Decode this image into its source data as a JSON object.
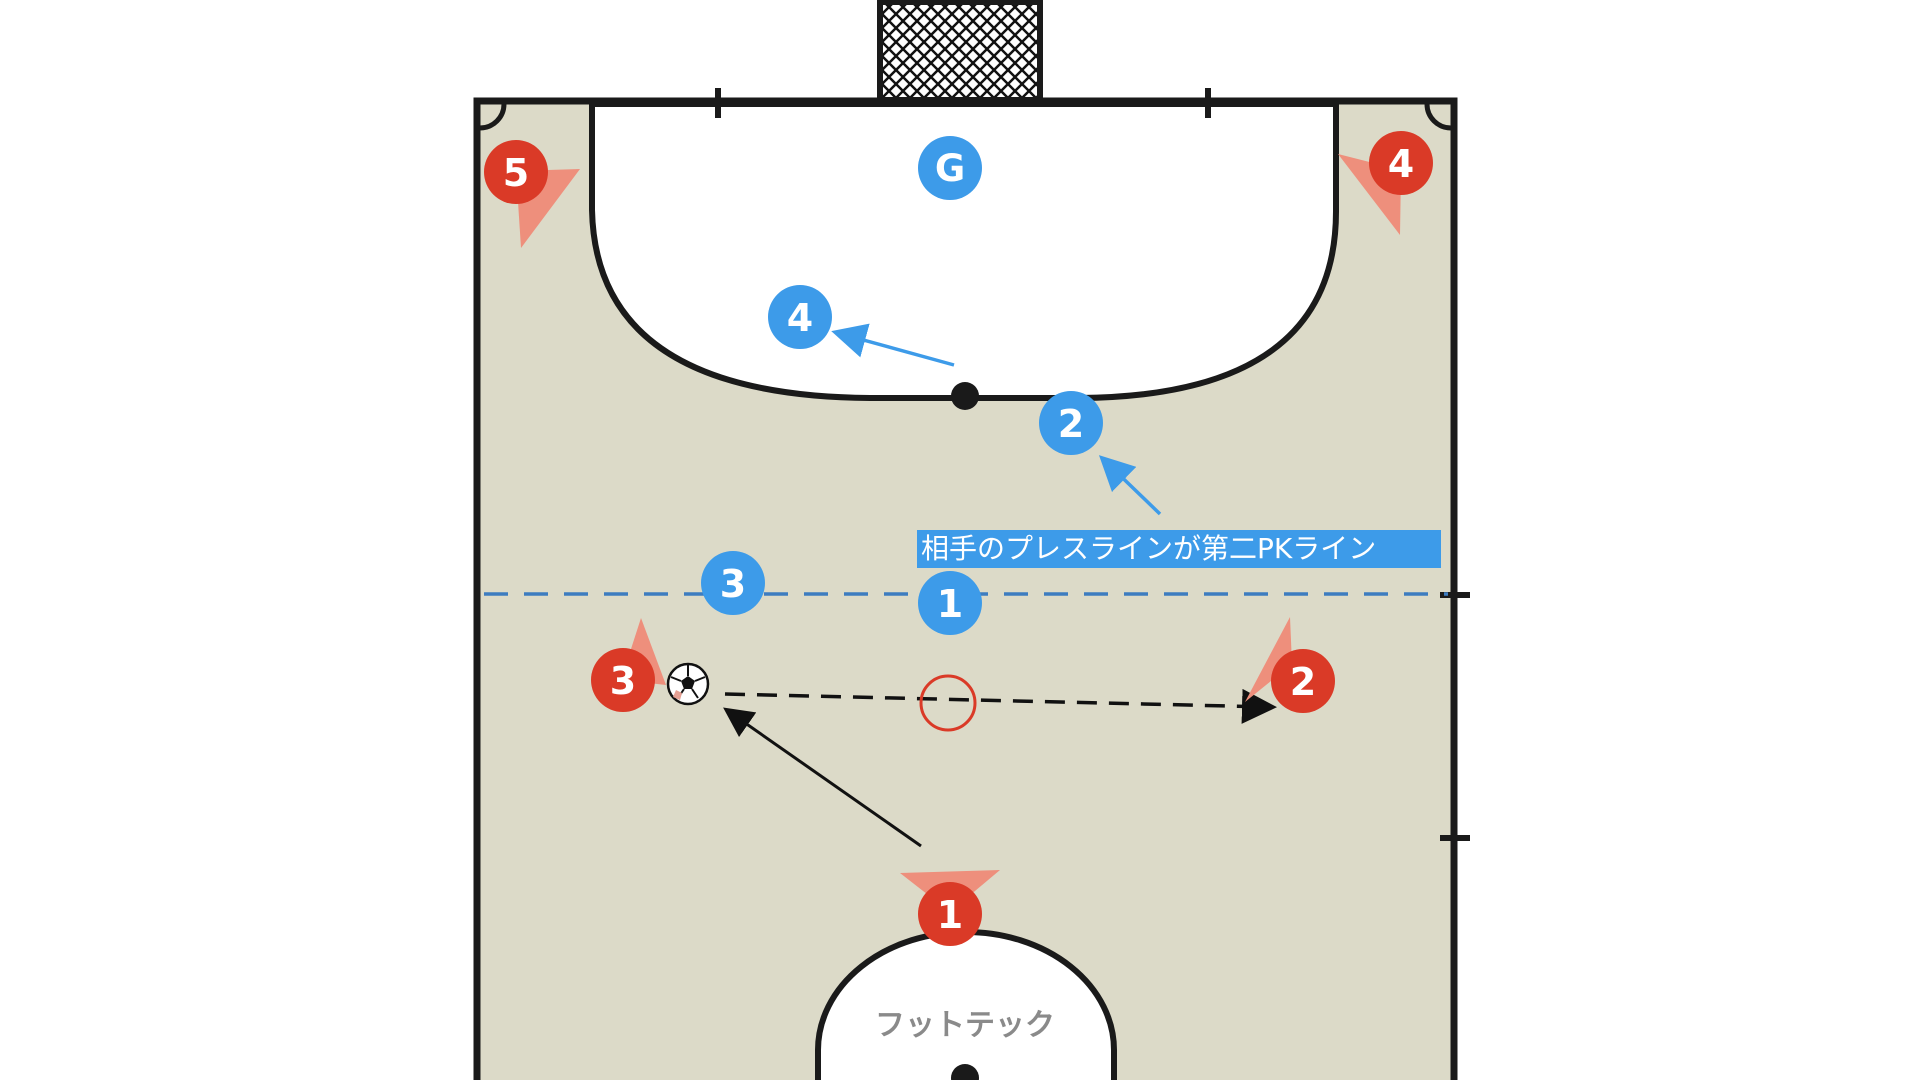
{
  "colors": {
    "court_fill": "#dcdac8",
    "court_line": "#1a1a1a",
    "team_blue": "#3d9be9",
    "team_red": "#da3a27",
    "cone_red": "#ee8f7c",
    "press_line": "#3d7cc0",
    "annotation_bg": "#3d9be9"
  },
  "annotation": {
    "text": "相手のプレスラインが第二PKライン"
  },
  "brand": {
    "text": "フットテック"
  },
  "players": {
    "blue": [
      {
        "id": "blue-g",
        "label": "G"
      },
      {
        "id": "blue-4",
        "label": "4"
      },
      {
        "id": "blue-2",
        "label": "2"
      },
      {
        "id": "blue-3",
        "label": "3"
      },
      {
        "id": "blue-1",
        "label": "1"
      }
    ],
    "red": [
      {
        "id": "red-5",
        "label": "5"
      },
      {
        "id": "red-4",
        "label": "4"
      },
      {
        "id": "red-3",
        "label": "3"
      },
      {
        "id": "red-2",
        "label": "2"
      },
      {
        "id": "red-1",
        "label": "1"
      }
    ]
  },
  "icons": {
    "ball": "soccer-ball-icon",
    "goal": "goal-net-icon"
  }
}
